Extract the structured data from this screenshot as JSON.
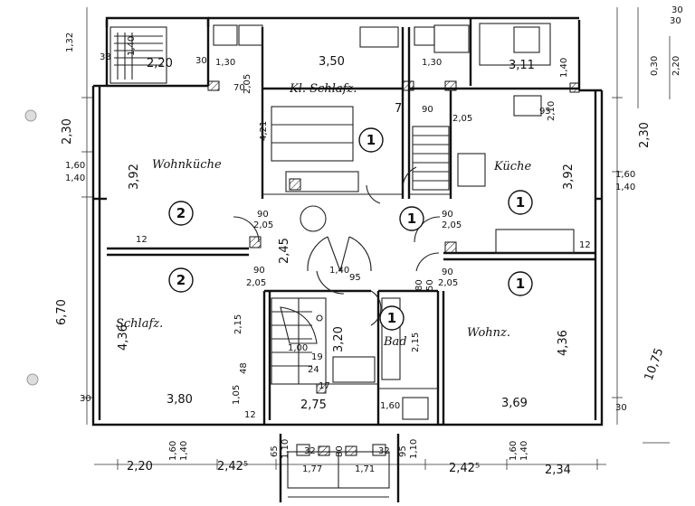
{
  "rooms": {
    "wohnkueche": "Wohnküche",
    "kl_schlafz": "Kl. Schlafz.",
    "kueche": "Küche",
    "schlafz": "Schlafz.",
    "wohnz": "Wohnz.",
    "bad": "Bad"
  },
  "unit_numbers": {
    "wohnkueche": "2",
    "schlafz": "2",
    "kl_schlafz": "1",
    "kueche": "1",
    "wohnz": "1",
    "bad": "1",
    "hall": "1"
  },
  "dimensions": {
    "d_132": "1,32",
    "d_140_stair": "1,40",
    "d_220_top": "2,20",
    "d_38": "38",
    "d_30_a": "30",
    "d_130_l": "1,30",
    "d_350": "3,50",
    "d_130_r": "1,30",
    "d_311": "3,11",
    "d_140_tr": "1,40",
    "d_030": "0,30",
    "d_220_r": "2,20",
    "d_30_r": "30",
    "d_205_a": "2,05",
    "d_70": "70",
    "d_421": "4,21",
    "d_7": "7",
    "d_90_a": "90",
    "d_205_b": "2,05",
    "d_95": "95",
    "d_210": "2,10",
    "d_230_l": "2,30",
    "d_230_r": "2,30",
    "d_160_l": "1,60",
    "d_140_l": "1,40",
    "d_392_l": "3,92",
    "d_392_r": "3,92",
    "d_160_r": "1,60",
    "d_140_r": "1,40",
    "d_90_b": "90",
    "d_205_c": "2,05",
    "d_90_c": "90",
    "d_205_d": "2,05",
    "d_12_a": "12",
    "d_12_b": "12",
    "d_245": "2,45",
    "d_670": "6,70",
    "d_1075": "10,75",
    "d_90_d": "90",
    "d_205_e": "2,05",
    "d_140_h": "1,40",
    "d_95_h": "95",
    "d_90_e": "90",
    "d_205_f": "2,05",
    "d_80": "80",
    "d_50": "50",
    "d_436_l": "4,36",
    "d_436_r": "4,36",
    "d_215": "2,15",
    "d_320": "3,20",
    "d_215_b": "2,15",
    "d_100": "1,00",
    "d_19": "19",
    "d_24": "24",
    "d_48": "48",
    "d_105": "1,05",
    "d_17": "17",
    "d_30_l": "30",
    "d_380": "3,80",
    "d_369": "3,69",
    "d_30_br": "30",
    "d_275": "2,75",
    "d_160_b": "1,60",
    "d_12_c": "12",
    "d_220_b": "2,20",
    "d_160_bl": "1,60",
    "d_140_bl": "1,40",
    "d_2425_l": "2,42⁵",
    "d_65": "65",
    "d_110": "1,10",
    "d_32_a": "32",
    "d_80_b": "80",
    "d_32_b": "32",
    "d_95_b": "95",
    "d_110_b": "1,10",
    "d_177": "1,77",
    "d_171": "1,71",
    "d_2425_r": "2,42⁵",
    "d_160_br": "1,60",
    "d_140_br": "1,40",
    "d_234": "2,34",
    "d_30_b": "30"
  }
}
